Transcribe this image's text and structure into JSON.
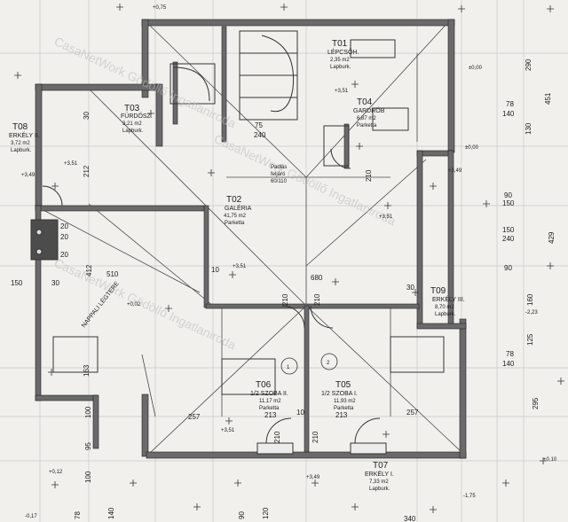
{
  "rooms": {
    "t01": {
      "code": "T01",
      "name": "LÉPCSŐH.",
      "area": "2,35 m2",
      "floor": "Lapburk."
    },
    "t02": {
      "code": "T02",
      "name": "GALÉRIA",
      "area": "41,75 m2",
      "floor": "Parketta"
    },
    "t03": {
      "code": "T03",
      "name": "FÜRDŐSZ.",
      "area": "3,21 m2",
      "floor": "Lapburk."
    },
    "t04": {
      "code": "T04",
      "name": "GARDRÓB",
      "area": "6,87 m2",
      "floor": "Parketta"
    },
    "t05": {
      "code": "T05",
      "name": "1/2 SZOBA I.",
      "area": "11,93 m2",
      "floor": "Parketta"
    },
    "t06": {
      "code": "T06",
      "name": "1/2 SZOBA II.",
      "area": "11,17 m2",
      "floor": "Parketta"
    },
    "t07": {
      "code": "T07",
      "name": "ERKÉLY I.",
      "area": "7,33 m2",
      "floor": "Lapburk."
    },
    "t08": {
      "code": "T08",
      "name": "ERKÉLY II.",
      "area": "3,72 m2",
      "floor": "Lapburk."
    },
    "t09": {
      "code": "T09",
      "name": "ERKÉLY III.",
      "area": "8,70 m2",
      "floor": "Lapburk."
    }
  },
  "annotations": {
    "attic": [
      "Padlás",
      "feljáró",
      "60/110"
    ],
    "air_space": "NAPPALI LÉGTERE",
    "circle_1": "1",
    "circle_2": "2"
  },
  "levels": {
    "l_075": "+0,75",
    "l_351_a": "+3,51",
    "l_351_b": "+3,51",
    "l_351_c": "+3,51",
    "l_351_d": "+3,51",
    "l_351_e": "+3,51",
    "l_349_a": "+3,49",
    "l_349_b": "+3,49",
    "l_349_c": "+3,49",
    "l_002": "+0,02",
    "l_012": "+0,12",
    "l_000_a": "±0,00",
    "l_000_b": "±0,00",
    "l_017": "-0,17",
    "l_175": "-1,75",
    "l_223": "-2,23",
    "l_010": "+0,10"
  },
  "dimensions": {
    "d_680": "680",
    "d_510": "510",
    "d_412": "412",
    "d_150": "150",
    "d_30a": "30",
    "d_30b": "30",
    "d_30c": "30",
    "d_10a": "10",
    "d_10b": "10",
    "d_257a": "257",
    "d_257b": "257",
    "d_213a": "213",
    "d_213b": "213",
    "d_212": "212",
    "d_163": "163",
    "d_100a": "100",
    "d_100b": "100",
    "d_95": "95",
    "d_75": "75",
    "d_240": "240",
    "d_90a": "90",
    "d_90b": "90",
    "d_150b": "150",
    "d_150c": "150",
    "d_240b": "240",
    "d_78a": "78",
    "d_140a": "140",
    "d_78b": "78",
    "d_140b": "140",
    "d_160": "160",
    "d_125": "125",
    "d_295": "295",
    "d_429": "429",
    "d_451": "451",
    "d_290": "290",
    "d_130": "130",
    "d_340": "340",
    "d_210a": "210",
    "d_210b": "210",
    "d_210c": "210",
    "d_210d": "210",
    "d_210e": "210",
    "d_20a": "20",
    "d_20b": "20",
    "d_20c": "20",
    "d_78c": "78",
    "d_140c": "140",
    "d_90c": "90",
    "d_120": "120"
  },
  "watermarks": [
    "CasaNetWork Gödöllő Ingatlaniroda",
    "CasaNetWork Gödöllő Ingatlaniroda",
    "CasaNetWork Gödöllő Ingatlaniroda"
  ],
  "colors": {
    "paper": "#f1f0ed",
    "wall": "#5e5e5e",
    "line": "#3a3a3a",
    "grid": "#c9c9c9"
  }
}
